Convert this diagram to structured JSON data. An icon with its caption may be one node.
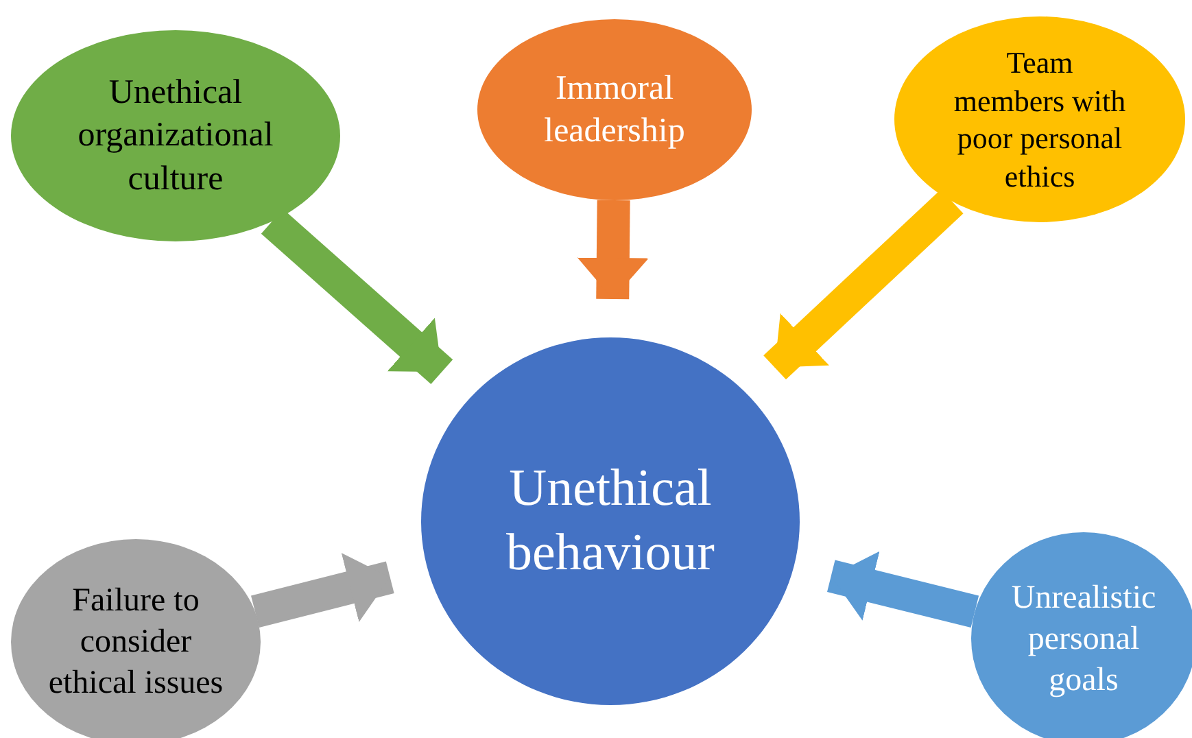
{
  "diagram": {
    "nodes": [
      {
        "text": [
          "Unethical organizational culture"
        ]
      },
      {
        "text": [
          "Immoral leadership"
        ]
      },
      {
        "text": [
          "Team members with poor personal ethics"
        ]
      },
      {
        "text": [
          "Unethical behaviour"
        ]
      },
      {
        "text": [
          "Failure to consider ethical issues"
        ]
      },
      {
        "text": [
          "Unrealistic personal goals"
        ]
      }
    ],
    "edges": [
      {
        "from": 0,
        "to": 3,
        "arrow": "to",
        "color": "#70ad47"
      },
      {
        "from": 1,
        "to": 3,
        "arrow": "to",
        "color": "#ed7d31"
      },
      {
        "from": 2,
        "to": 3,
        "arrow": "to",
        "color": "#ffc000"
      },
      {
        "from": 4,
        "to": 3,
        "arrow": "to",
        "color": "#a5a5a5"
      },
      {
        "from": 5,
        "to": 3,
        "arrow": "to",
        "color": "#5b9bd5"
      }
    ]
  }
}
